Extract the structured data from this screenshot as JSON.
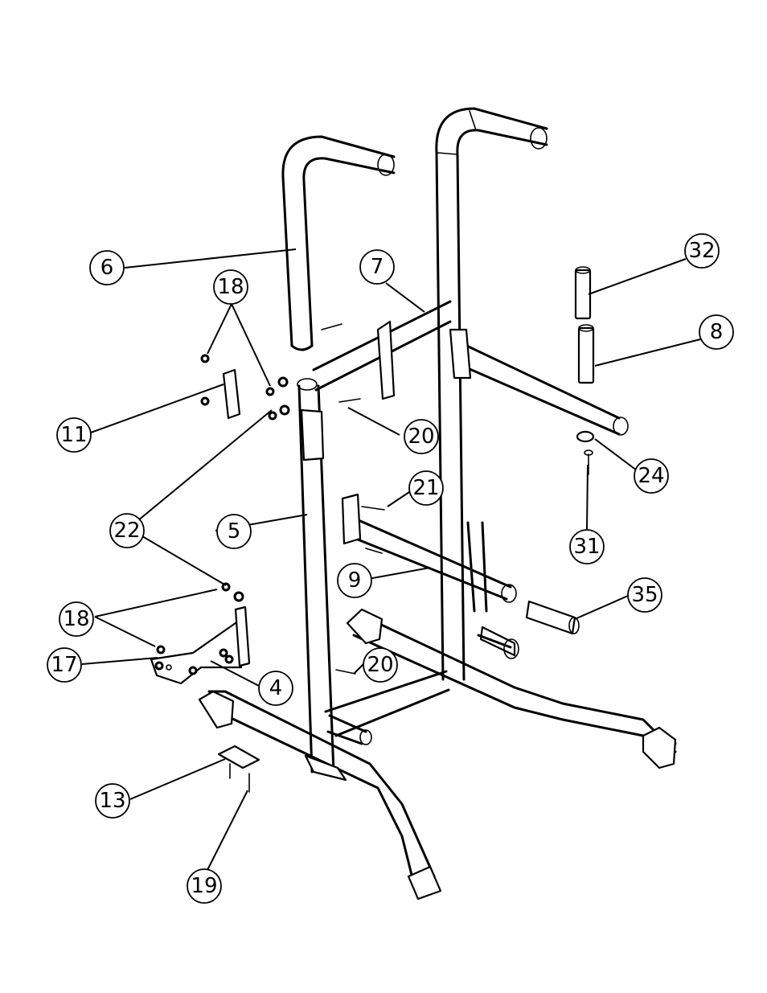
{
  "diagram": {
    "callouts": [
      {
        "label": "6"
      },
      {
        "label": "7"
      },
      {
        "label": "18"
      },
      {
        "label": "32"
      },
      {
        "label": "8"
      },
      {
        "label": "11"
      },
      {
        "label": "20"
      },
      {
        "label": "24"
      },
      {
        "label": "21"
      },
      {
        "label": "22"
      },
      {
        "label": "5"
      },
      {
        "label": "31"
      },
      {
        "label": "9"
      },
      {
        "label": "35"
      },
      {
        "label": "18"
      },
      {
        "label": "17"
      },
      {
        "label": "20"
      },
      {
        "label": "4"
      },
      {
        "label": "13"
      },
      {
        "label": "19"
      }
    ]
  }
}
